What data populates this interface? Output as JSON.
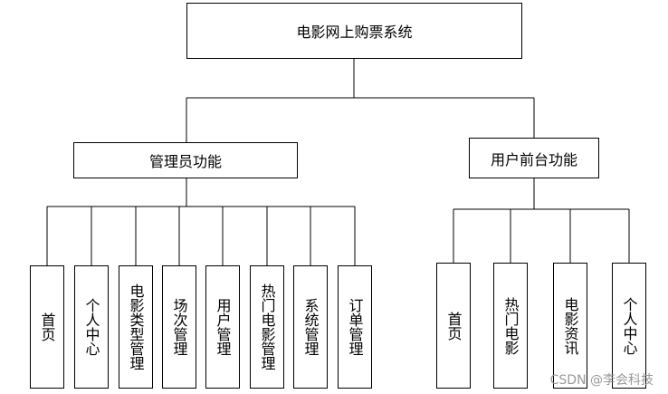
{
  "root": {
    "label": "电影网上购票系统"
  },
  "admin": {
    "label": "管理员功能",
    "children": [
      "首页",
      "个人中心",
      "电影类型管理",
      "场次管理",
      "用户管理",
      "热门电影管理",
      "系统管理",
      "订单管理"
    ]
  },
  "user": {
    "label": "用户前台功能",
    "children": [
      "首页",
      "热门电影",
      "电影资讯",
      "个人中心"
    ]
  },
  "watermark": "CSDN @李会科技"
}
